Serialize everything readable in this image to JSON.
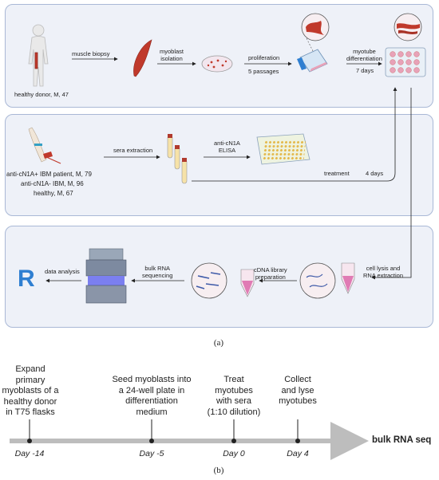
{
  "workflow": {
    "panel1": {
      "donor_label": "healthy donor, M, 47",
      "biopsy_label": "muscle biopsy",
      "isolation_label": "myoblast\nisolation",
      "proliferation_label": "proliferation",
      "passages_label": "5 passages",
      "differentiation_label": "myotube\ndifferentiation",
      "days_label": "7 days"
    },
    "panel2": {
      "patients": [
        "anti-cN1A+ IBM patient, M, 79",
        "anti-cN1A- IBM, M, 96",
        "healthy, M, 67"
      ],
      "sera_label": "sera extraction",
      "elisa_label": "anti-cN1A\nELISA",
      "treatment_label": "treatment",
      "treatment_days": "4 days"
    },
    "panel3": {
      "r_logo": "R",
      "analysis_label": "data analysis",
      "sequencing_label": "bulk RNA\nsequencing",
      "library_label": "cDNA library\npreparation",
      "lysis_label": "cell lysis and\nRNA extraction"
    },
    "caption_a": "(a)"
  },
  "timeline": {
    "events": [
      {
        "text": "Expand\nprimary\nmyoblasts of a\nhealthy donor\nin T75 flasks",
        "day": "Day -14"
      },
      {
        "text": "Seed myoblasts into\na 24-well plate in\ndifferentiation\nmedium",
        "day": "Day -5"
      },
      {
        "text": "Treat\nmyotubes\nwith sera\n(1:10 dilution)",
        "day": "Day 0"
      },
      {
        "text": "Collect\nand lyse\nmyotubes",
        "day": "Day 4"
      }
    ],
    "end_label": "bulk RNA seq",
    "caption_b": "(b)"
  },
  "colors": {
    "panel_bg": "#eef1f8",
    "panel_border": "#a9b8d6",
    "muscle": "#c0392b",
    "tissue": "#e8a2b8",
    "r_logo": "#2f7fd1",
    "timeline_arrow": "#bdbdbd"
  }
}
